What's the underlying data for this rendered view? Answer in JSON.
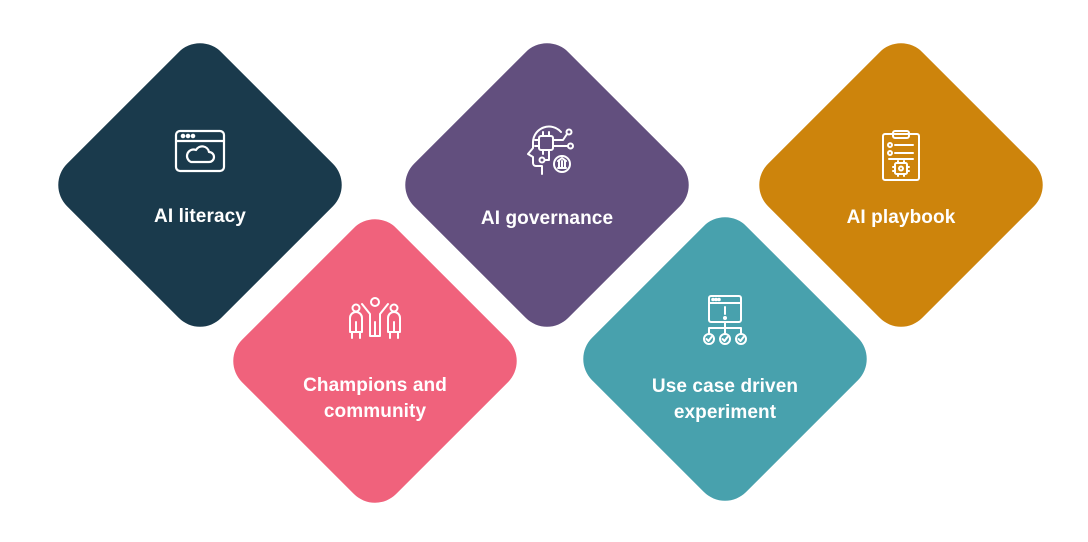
{
  "colors": {
    "background": "#ffffff",
    "text": "#ffffff",
    "literacy": "#1a3a4c",
    "champions": "#f0627c",
    "governance": "#624f7e",
    "usecase": "#48a1ad",
    "playbook": "#cd840c"
  },
  "tiles": {
    "literacy": {
      "label": "AI literacy",
      "icon": "cloud-browser-icon"
    },
    "champions": {
      "label": "Champions and community",
      "icon": "team-people-icon"
    },
    "governance": {
      "label": "AI governance",
      "icon": "ai-head-chip-icon"
    },
    "usecase": {
      "label": "Use case driven experiment",
      "icon": "workflow-checklist-icon"
    },
    "playbook": {
      "label": "AI playbook",
      "icon": "clipboard-ai-icon"
    }
  }
}
